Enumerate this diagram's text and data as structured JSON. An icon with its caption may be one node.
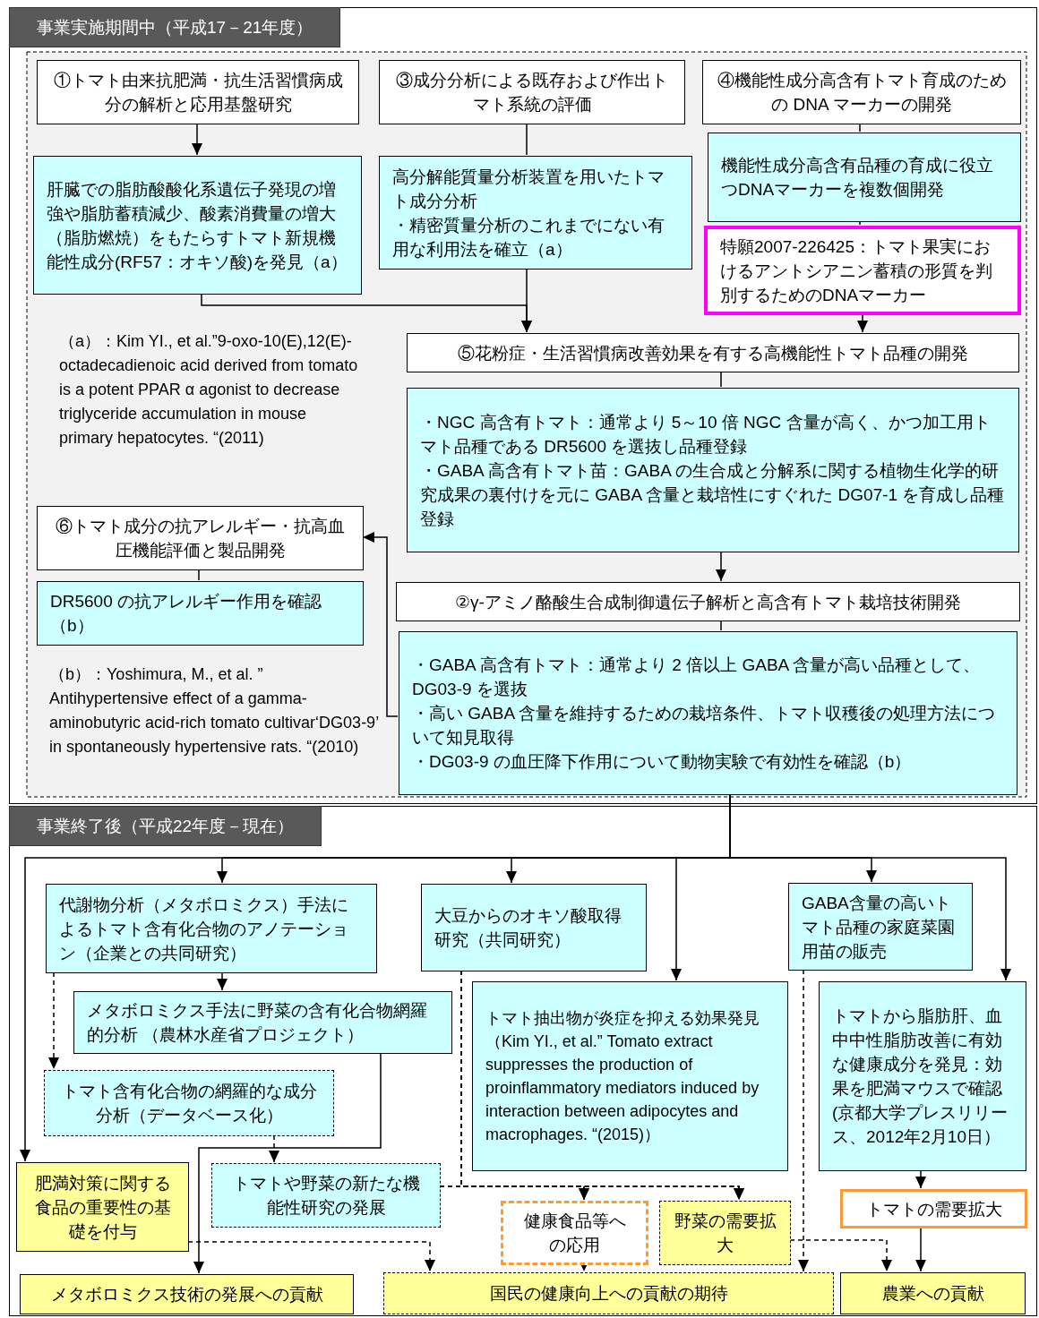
{
  "diagram": {
    "nodes": [
      {
        "text": [
          "事業実施期間中（平成17－21年度）"
        ]
      },
      {
        "text": [
          "①トマト由来抗肥満・抗生活習慣病成分の解析と応用基盤研究"
        ],
        "in": 0
      },
      {
        "text": [
          "肝臓での脂肪酸酸化系遺伝子発現の増強や脂肪蓄積減少、酸素消費量の増大（脂肪燃焼）をもたらすトマト新規機能性成分(RF57：オキソ酸)を発見（a）"
        ],
        "in": 0
      },
      {
        "text": [
          "③成分分析による既存および作出トマト系統の評価"
        ],
        "in": 0
      },
      {
        "text": [
          "高分解能質量分析装置を用いたトマト成分分析",
          "・精密質量分析のこれまでにない有用な利用法を確立（a）"
        ],
        "in": 0
      },
      {
        "text": [
          "④機能性成分高含有トマト育成のための DNA マーカーの開発"
        ],
        "in": 0
      },
      {
        "text": [
          "機能性成分高含有品種の育成に役立つDNAマーカーを複数個開発"
        ],
        "in": 0
      },
      {
        "text": [
          "特願2007-226425：トマト果実におけるアントシアニン蓄積の形質を判別するためのDNAマーカー"
        ],
        "in": 0
      },
      {
        "text": [
          "⑤花粉症・生活習慣病改善効果を有する高機能性トマト品種の開発"
        ],
        "in": 0
      },
      {
        "text": [
          "・NGC 高含有トマト：通常より 5～10 倍 NGC 含量が高く、かつ加工用トマト品種である DR5600 を選抜し品種登録",
          "・GABA 高含有トマト苗：GABA の生合成と分解系に関する植物生化学的研究成果の裏付けを元に GABA 含量と栽培性にすぐれた DG07-1 を育成し品種登録"
        ],
        "in": 0
      },
      {
        "text": [
          "⑥トマト成分の抗アレルギー・抗高血圧機能評価と製品開発"
        ],
        "in": 0
      },
      {
        "text": [
          "DR5600 の抗アレルギー作用を確認（b）"
        ],
        "in": 0
      },
      {
        "text": [
          "②γ-アミノ酪酸生合成制御遺伝子解析と高含有トマト栽培技術開発"
        ],
        "in": 0
      },
      {
        "text": [
          "・GABA 高含有トマト：通常より 2 倍以上 GABA 含量が高い品種として、DG03-9 を選抜",
          "・高い GABA 含量を維持するための栽培条件、トマト収穫後の処理方法について知見取得",
          "・DG03-9 の血圧降下作用について動物実験で有効性を確認（b）"
        ],
        "in": 0
      },
      {
        "text": [
          "事業終了後（平成22年度－現在）"
        ]
      },
      {
        "text": [
          "代謝物分析（メタボロミクス）手法によるトマト含有化合物のアノテーション（企業との共同研究）"
        ],
        "in": 14
      },
      {
        "text": [
          "大豆からのオキソ酸取得研究（共同研究）"
        ],
        "in": 14
      },
      {
        "text": [
          "GABA含量の高いトマト品種の家庭菜園用苗の販売"
        ],
        "in": 14
      },
      {
        "text": [
          "メタボロミクス手法に野菜の含有化合物網羅的分析 （農林水産省プロジェクト）"
        ],
        "in": 14
      },
      {
        "text": [
          "トマト抽出物が炎症を抑える効果発見（Kim YI., et al.” Tomato extract suppresses the production of proinflammatory mediators induced by interaction between adipocytes and macrophages. “(2015)）"
        ],
        "in": 14
      },
      {
        "text": [
          "トマトから脂肪肝、血中中性脂肪改善に有効な健康成分を発見：効果を肥満マウスで確認(京都大学プレスリリース、2012年2月10日）"
        ],
        "in": 14
      },
      {
        "text": [
          "トマト含有化合物の網羅的な成分分析（データベース化）"
        ],
        "in": 14
      },
      {
        "text": [
          "肥満対策に関する食品の重要性の基礎を付与"
        ],
        "in": 14
      },
      {
        "text": [
          "トマトや野菜の新たな機能性研究の発展"
        ],
        "in": 14
      },
      {
        "text": [
          "健康食品等への応用"
        ],
        "in": 14
      },
      {
        "text": [
          "野菜の需要拡大"
        ],
        "in": 14
      },
      {
        "text": [
          "トマトの需要拡大"
        ],
        "in": 14
      },
      {
        "text": [
          "メタボロミクス技術の発展への貢献"
        ],
        "in": 14
      },
      {
        "text": [
          "国民の健康向上への貢献の期待"
        ],
        "in": 14
      },
      {
        "text": [
          "農業への貢献"
        ],
        "in": 14
      }
    ],
    "edges": [
      {
        "from": 1,
        "to": 2,
        "arrow": "to"
      },
      {
        "from": 3,
        "to": 4,
        "arrow": "none"
      },
      {
        "from": 2,
        "to": 8,
        "arrow": "to"
      },
      {
        "from": 4,
        "to": 8,
        "arrow": "to"
      },
      {
        "from": 5,
        "to": 6,
        "arrow": "none"
      },
      {
        "from": 6,
        "to": 7,
        "arrow": "none"
      },
      {
        "from": 7,
        "to": 8,
        "arrow": "to"
      },
      {
        "from": 8,
        "to": 9,
        "arrow": "none"
      },
      {
        "from": 9,
        "to": 12,
        "arrow": "to"
      },
      {
        "from": 12,
        "to": 13,
        "arrow": "none"
      },
      {
        "from": 13,
        "to": 10,
        "arrow": "to"
      },
      {
        "from": 10,
        "to": 11,
        "arrow": "none"
      },
      {
        "from": 13,
        "to": 22,
        "arrow": "to"
      },
      {
        "from": 13,
        "to": 15,
        "arrow": "to"
      },
      {
        "from": 13,
        "to": 16,
        "arrow": "to"
      },
      {
        "from": 13,
        "to": 19,
        "arrow": "to"
      },
      {
        "from": 13,
        "to": 17,
        "arrow": "to"
      },
      {
        "from": 13,
        "to": 20,
        "arrow": "to"
      },
      {
        "from": 15,
        "to": 18,
        "arrow": "to"
      },
      {
        "from": 15,
        "to": 21,
        "arrow": "to",
        "style": "dashed"
      },
      {
        "from": 18,
        "to": 27,
        "arrow": "to"
      },
      {
        "from": 21,
        "to": 23,
        "arrow": "to",
        "style": "dashed"
      },
      {
        "from": 22,
        "to": 28,
        "arrow": "to",
        "style": "dashed"
      },
      {
        "from": 16,
        "to": 24,
        "arrow": "to",
        "style": "dashed"
      },
      {
        "from": 16,
        "to": 25,
        "arrow": "to",
        "style": "dashed"
      },
      {
        "from": 23,
        "to": 24,
        "arrow": "to",
        "style": "dashed"
      },
      {
        "from": 23,
        "to": 25,
        "arrow": "to",
        "style": "dashed"
      },
      {
        "from": 24,
        "to": 28,
        "arrow": "to",
        "style": "dashed"
      },
      {
        "from": 17,
        "to": 28,
        "arrow": "to",
        "style": "dashed"
      },
      {
        "from": 25,
        "to": 29,
        "arrow": "to",
        "style": "dashed"
      },
      {
        "from": 20,
        "to": 26,
        "arrow": "to"
      },
      {
        "from": 26,
        "to": 29,
        "arrow": "to"
      }
    ],
    "labels": [
      "（a）：Kim YI., et al.”9-oxo-10(E),12(E)-octadecadienoic acid derived from tomato is a potent PPAR α agonist to decrease triglyceride accumulation in mouse primary hepatocytes. “(2011)",
      "（b）：Yoshimura, M., et al. ” Antihypertensive effect of a gamma-aminobutyric acid-rich tomato cultivar‘DG03-9’ in spontaneously hypertensive rats. “(2010)"
    ]
  }
}
